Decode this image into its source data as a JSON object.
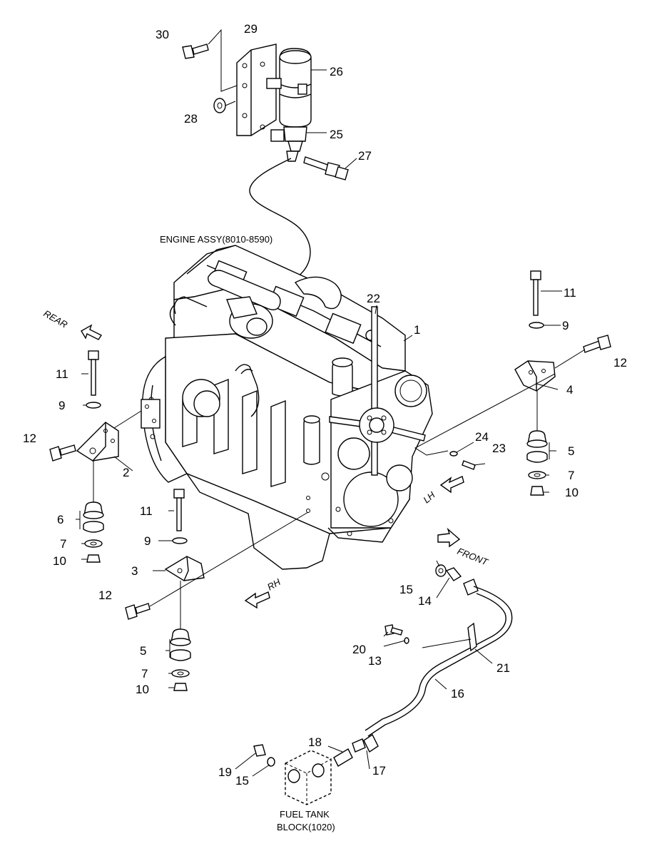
{
  "labels": {
    "engine_assy": "ENGINE ASSY(8010-8590)",
    "fuel_tank_line1": "FUEL TANK",
    "fuel_tank_line2": "BLOCK(1020)",
    "dir_rear": "REAR",
    "dir_front": "FRONT",
    "dir_lh": "LH",
    "dir_rh": "RH"
  },
  "callouts": {
    "c1": "1",
    "c2": "2",
    "c3": "3",
    "c4": "4",
    "c5a": "5",
    "c5b": "5",
    "c6": "6",
    "c7a": "7",
    "c7b": "7",
    "c7c": "7",
    "c9a": "9",
    "c9b": "9",
    "c9c": "9",
    "c10a": "10",
    "c10b": "10",
    "c10c": "10",
    "c11a": "11",
    "c11b": "11",
    "c11c": "11",
    "c12a": "12",
    "c12b": "12",
    "c12c": "12",
    "c13": "13",
    "c14": "14",
    "c15a": "15",
    "c15b": "15",
    "c16": "16",
    "c17": "17",
    "c18": "18",
    "c19": "19",
    "c20": "20",
    "c21": "21",
    "c22": "22",
    "c23": "23",
    "c24": "24",
    "c25": "25",
    "c26": "26",
    "c27": "27",
    "c28": "28",
    "c29": "29",
    "c30": "30"
  }
}
